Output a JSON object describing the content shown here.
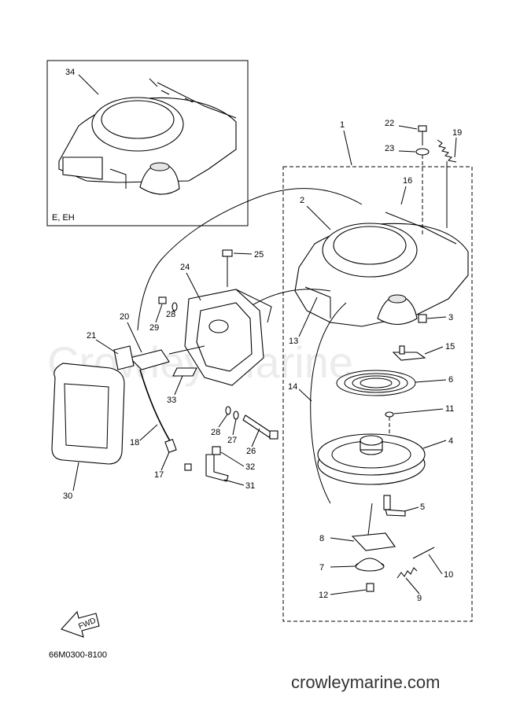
{
  "watermark": "Crowley Marine",
  "inset_label": "E, EH",
  "diagram_code": "66M0300-8100",
  "fwd_label": "FWD",
  "site": "crowleymarine.com",
  "callouts": {
    "c1": "1",
    "c2": "2",
    "c3": "3",
    "c4": "4",
    "c5": "5",
    "c6": "6",
    "c7": "7",
    "c8": "8",
    "c9": "9",
    "c10": "10",
    "c11": "11",
    "c12": "12",
    "c13": "13",
    "c14": "14",
    "c15": "15",
    "c16": "16",
    "c17": "17",
    "c18": "18",
    "c19": "19",
    "c20": "20",
    "c21": "21",
    "c22": "22",
    "c23": "23",
    "c24": "24",
    "c25": "25",
    "c26": "26",
    "c27": "27",
    "c28a": "28",
    "c28b": "28",
    "c29": "29",
    "c30": "30",
    "c31": "31",
    "c32": "32",
    "c33": "33",
    "c34": "34"
  }
}
